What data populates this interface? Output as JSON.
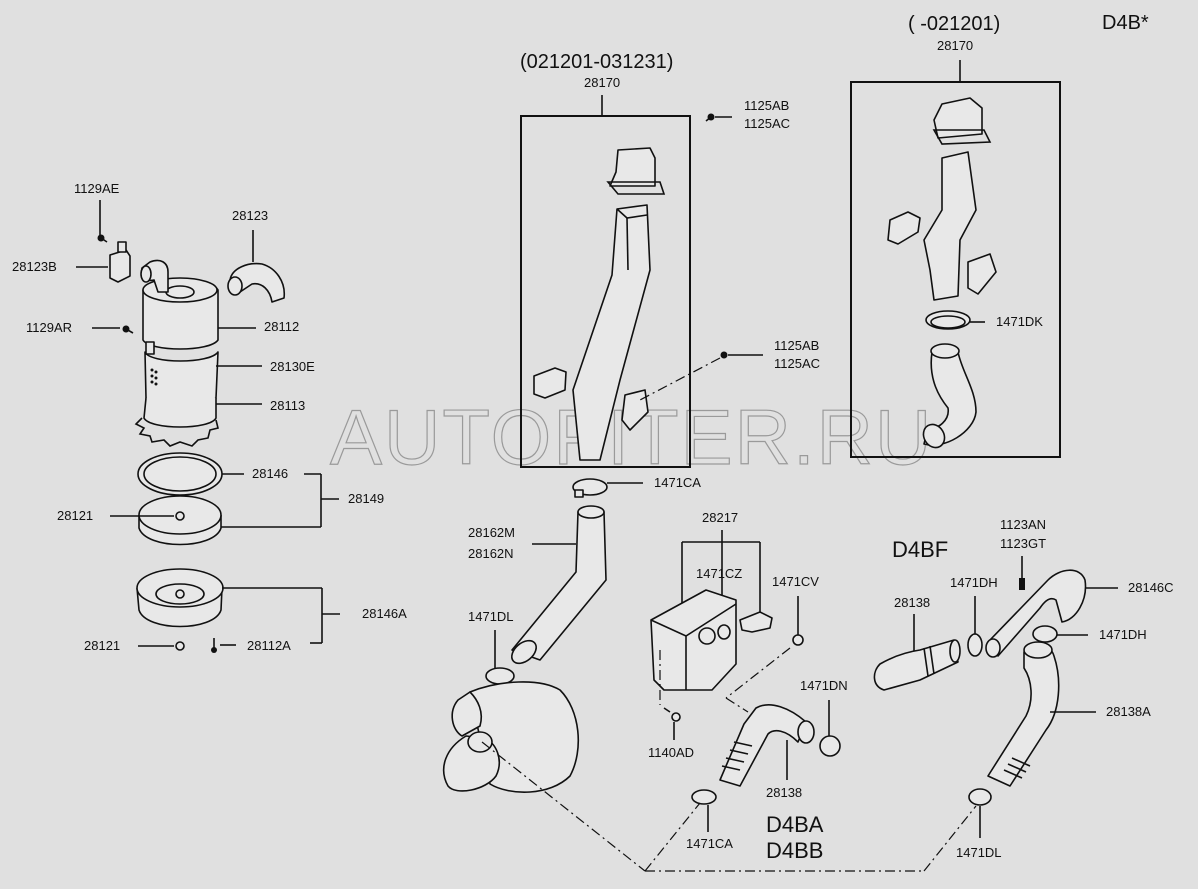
{
  "diagram": {
    "engine_code": "D4B*",
    "watermark": "AUTOPITER.RU",
    "variant_boxes": [
      {
        "period": "(021201-031231)",
        "part_no": "28170"
      },
      {
        "period": "( -021201)",
        "part_no": "28170"
      }
    ],
    "model_groups": [
      {
        "codes": [
          "D4BA",
          "D4BB"
        ]
      },
      {
        "codes": [
          "D4BF"
        ]
      }
    ],
    "labels": {
      "bolt_1129AE": "1129AE",
      "bracket_28123B": "28123B",
      "hose_28123": "28123",
      "bolt_1129AR": "1129AR",
      "cover_28112": "28112",
      "band_28130E": "28130E",
      "body_28113": "28113",
      "element_28146": "28146",
      "assy_28149": "28149",
      "nut_28121_top": "28121",
      "case_28146A": "28146A",
      "nut_28121_bottom": "28121",
      "clip_28112A": "28112A",
      "bolt_1125AB_top": "1125AB",
      "bolt_1125AC_top": "1125AC",
      "bolt_1125AB_mid": "1125AB",
      "bolt_1125AC_mid": "1125AC",
      "clamp_1471DK": "1471DK",
      "clamp_1471CA_top": "1471CA",
      "hose_28162M": "28162M",
      "hose_28162N": "28162N",
      "resonator_28217": "28217",
      "clamp_1471CZ": "1471CZ",
      "clamp_1471CV": "1471CV",
      "clamp_1471DL_left": "1471DL",
      "clamp_1471DN": "1471DN",
      "bolt_1140AD": "1140AD",
      "hose_28138_d4ba": "28138",
      "clamp_1471CA_bottom": "1471CA",
      "bolt_1123AN": "1123AN",
      "bolt_1123GT": "1123GT",
      "clamp_1471DH_left": "1471DH",
      "hose_28146C": "28146C",
      "hose_28138_d4bf": "28138",
      "clamp_1471DH_right": "1471DH",
      "hose_28138A": "28138A",
      "clamp_1471DL_right": "1471DL"
    }
  }
}
